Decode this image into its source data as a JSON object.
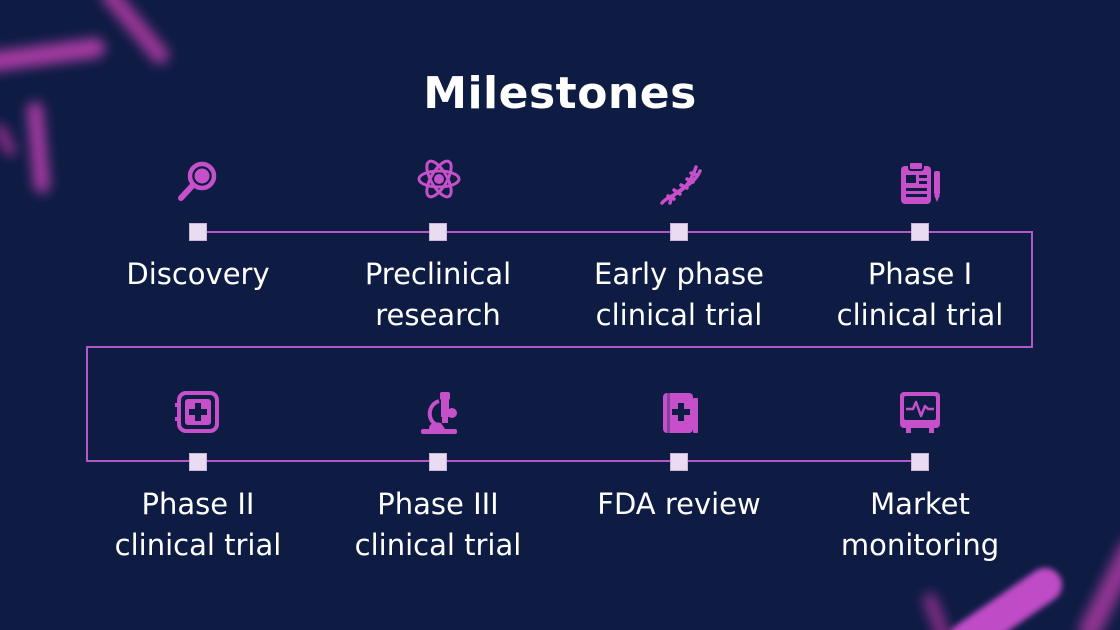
{
  "title": "Milestones",
  "colors": {
    "background": "#0e1c44",
    "accent": "#c550c9",
    "line": "#b05ac9",
    "node": "#e9dbf2",
    "text": "#ffffff"
  },
  "milestones": [
    {
      "label": "Discovery",
      "icon": "magnifier-icon"
    },
    {
      "label": "Preclinical\nresearch",
      "icon": "atom-icon"
    },
    {
      "label": "Early phase\nclinical trial",
      "icon": "dna-icon"
    },
    {
      "label": "Phase I\nclinical trial",
      "icon": "clipboard-icon"
    },
    {
      "label": "Phase II\nclinical trial",
      "icon": "medical-kit-icon"
    },
    {
      "label": "Phase III\nclinical trial",
      "icon": "microscope-icon"
    },
    {
      "label": "FDA review",
      "icon": "medical-book-icon"
    },
    {
      "label": "Market\nmonitoring",
      "icon": "heart-monitor-icon"
    }
  ]
}
